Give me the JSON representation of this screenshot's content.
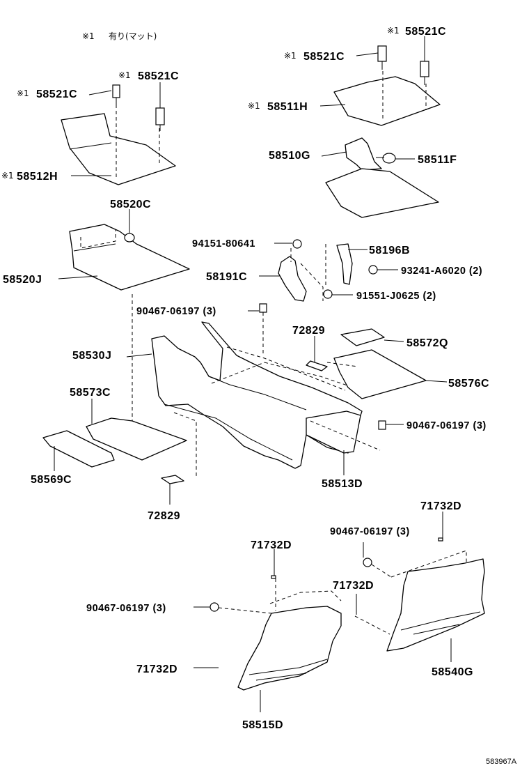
{
  "note": {
    "mark": "※1",
    "text": "有り(マット)"
  },
  "reference": "583967A",
  "callouts": [
    {
      "id": "c01",
      "mark": "※1",
      "text": "58521C"
    },
    {
      "id": "c02",
      "mark": "※1",
      "text": "58521C"
    },
    {
      "id": "c03",
      "mark": "※1",
      "text": "58511H"
    },
    {
      "id": "c04",
      "mark": "",
      "text": "58510G"
    },
    {
      "id": "c05",
      "mark": "",
      "text": "58511F"
    },
    {
      "id": "c06",
      "mark": "※1",
      "text": "58521C"
    },
    {
      "id": "c07",
      "mark": "※1",
      "text": "58521C"
    },
    {
      "id": "c08",
      "mark": "※1",
      "text": "58512H"
    },
    {
      "id": "c09",
      "mark": "",
      "text": "58520C"
    },
    {
      "id": "c10",
      "mark": "",
      "text": "58520J"
    },
    {
      "id": "c11",
      "mark": "",
      "text": "94151-80641"
    },
    {
      "id": "c12",
      "mark": "",
      "text": "58196B"
    },
    {
      "id": "c13",
      "mark": "",
      "text": "58191C"
    },
    {
      "id": "c14",
      "mark": "",
      "text": "93241-A6020 (2)"
    },
    {
      "id": "c15",
      "mark": "",
      "text": "91551-J0625 (2)"
    },
    {
      "id": "c16",
      "mark": "",
      "text": "90467-06197 (3)"
    },
    {
      "id": "c17",
      "mark": "",
      "text": "72829"
    },
    {
      "id": "c18",
      "mark": "",
      "text": "58572Q"
    },
    {
      "id": "c19",
      "mark": "",
      "text": "58530J"
    },
    {
      "id": "c20",
      "mark": "",
      "text": "58576C"
    },
    {
      "id": "c21",
      "mark": "",
      "text": "58573C"
    },
    {
      "id": "c22",
      "mark": "",
      "text": "90467-06197 (3)"
    },
    {
      "id": "c23",
      "mark": "",
      "text": "58569C"
    },
    {
      "id": "c24",
      "mark": "",
      "text": "58513D"
    },
    {
      "id": "c25",
      "mark": "",
      "text": "72829"
    },
    {
      "id": "c26",
      "mark": "",
      "text": "71732D"
    },
    {
      "id": "c27",
      "mark": "",
      "text": "90467-06197 (3)"
    },
    {
      "id": "c28",
      "mark": "",
      "text": "71732D"
    },
    {
      "id": "c29",
      "mark": "",
      "text": "71732D"
    },
    {
      "id": "c30",
      "mark": "",
      "text": "90467-06197 (3)"
    },
    {
      "id": "c31",
      "mark": "",
      "text": "58540G"
    },
    {
      "id": "c32",
      "mark": "",
      "text": "71732D"
    },
    {
      "id": "c33",
      "mark": "",
      "text": "58515D"
    }
  ]
}
